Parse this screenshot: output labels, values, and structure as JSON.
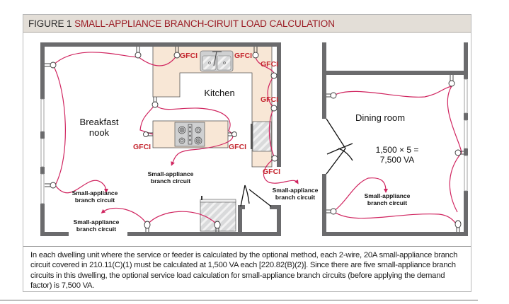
{
  "figure": {
    "number_label": "FIGURE 1",
    "title": "SMALL-APPLIANCE BRANCH-CIRUIT LOAD CALCULATION"
  },
  "rooms": {
    "kitchen": "Kitchen",
    "breakfast_nook_line1": "Breakfast",
    "breakfast_nook_line2": "nook",
    "dining_room": "Dining room"
  },
  "calculation": {
    "line1": "1,500 × 5 =",
    "line2": "7,500 VA"
  },
  "labels": {
    "gfci": "GFCI",
    "circuit_line1": "Small-appliance",
    "circuit_line2": "branch circuit"
  },
  "caption": "In each dwelling unit where the service or feeder is calculated by the optional method, each 2-wire, 20A small-appliance branch circuit covered in 210.11(C)(1) must be calculated at 1,500 VA each [220.82(B)(2)]. Since there are five small-appliance branch circuits in this dwelling, the optional service load calculation for small-appliance branch circuits (before applying the demand factor) is 7,500 VA.",
  "colors": {
    "title_red": "#9b1c24",
    "gfci_red": "#c4262e",
    "circuit_wire": "#d0245f",
    "wall": "#6b6b6d",
    "counter": "#f8e7d6",
    "header_bg": "#e3ded7"
  }
}
